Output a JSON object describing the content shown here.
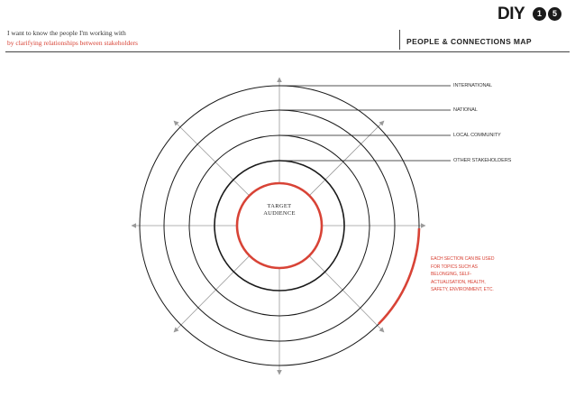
{
  "header": {
    "intro_line1": "I want to know the people I'm working with",
    "intro_line2": "by clarifying relationships between stakeholders",
    "map_title": "PEOPLE & CONNECTIONS MAP",
    "logo_text": "DIY",
    "logo_number_1": "1",
    "logo_number_2": "5"
  },
  "diagram": {
    "center_line1": "TARGET",
    "center_line2": "AUDIENCE",
    "layers": [
      "INTERNATIONAL",
      "NATIONAL",
      "LOCAL COMMUNITY",
      "OTHER STAKEHOLDERS"
    ],
    "note": "EACH SECTION CAN BE USED FOR TOPICS SUCH AS BELONGING, SELF-ACTUALISATION, HEALTH, SAFETY, ENVIRONMENT, ETC."
  },
  "colors": {
    "accent": "#d84336",
    "ink": "#1a1a1a",
    "arrow": "#9a9a9a"
  }
}
